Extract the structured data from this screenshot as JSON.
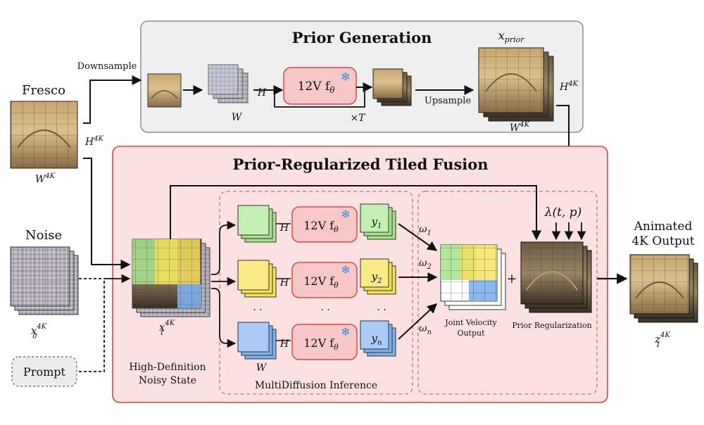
{
  "prior_generation": {
    "title": "Prior Generation",
    "downsample_label": "Downsample",
    "upsample_label": "Upsample",
    "model_label": "12V f",
    "model_sub": "θ",
    "h_label": "H",
    "w_label": "W",
    "times_t_label": "×T",
    "x_prior_label": "x",
    "x_prior_sub": "prior",
    "h4k_label": "H",
    "w4k_label": "W",
    "sup_4k": "4K"
  },
  "inputs": {
    "fresco_label": "Fresco",
    "fresco_h": "H",
    "fresco_w": "W",
    "noise_label": "Noise",
    "noise_x": "x",
    "noise_sub": "0",
    "prompt_label": "Prompt",
    "sup_4k": "4K"
  },
  "fusion": {
    "title": "Prior-Regularized Tiled Fusion",
    "state_label_line1": "High-Definition",
    "state_label_line2": "Noisy State",
    "state_x": "x",
    "state_sub": "t",
    "multidiffusion_label": "MultiDiffusion Inference",
    "tile_h": "H",
    "tile_w": "W",
    "model_label": "12V f",
    "model_sub": "θ",
    "y1": "y",
    "y1_sub": "1",
    "y2": "y",
    "y2_sub": "2",
    "yn": "y",
    "yn_sub": "n",
    "w1": "ω",
    "w1_sub": "1",
    "w2": "ω",
    "w2_sub": "2",
    "wn": "ω",
    "wn_sub": "n",
    "dots": "· ·",
    "joint_line1": "Joint Velocity",
    "joint_line2": "Output",
    "plus": "+",
    "lambda_label": "λ(t, p)",
    "prior_reg_label": "Prior Regularization"
  },
  "output": {
    "label_line1": "Animated",
    "label_line2": "4K Output",
    "z_label": "z",
    "z_sub": "1",
    "sup_4k": "4K"
  },
  "colors": {
    "green": "#a8e28d",
    "yellow": "#f6e05a",
    "blue": "#7fb0ee",
    "model_fill": "#f8c8c8",
    "model_stroke": "#d44a4a",
    "fusion_bg": "#fbe1e1",
    "fusion_stroke": "#d24545",
    "prior_bg": "#efefef",
    "snow": "#3a8fd8"
  }
}
